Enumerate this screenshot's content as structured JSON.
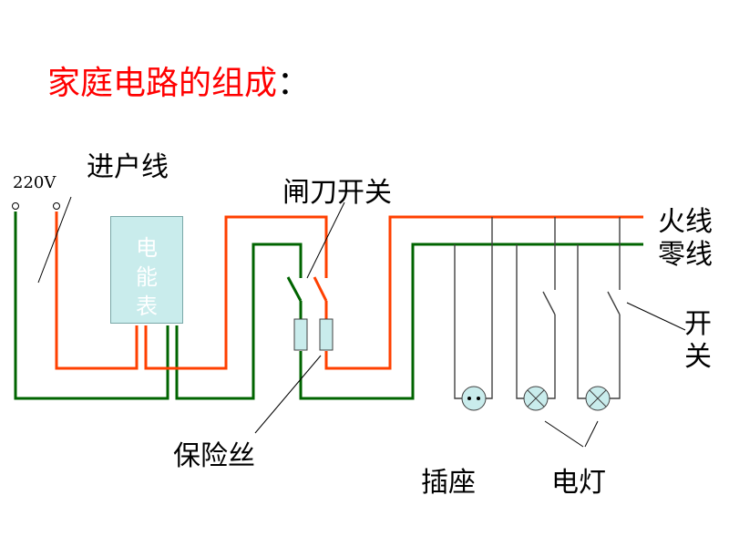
{
  "title": {
    "text": "家庭电路的组成",
    "colon": "："
  },
  "labels": {
    "voltage": "220V",
    "service_entrance": "进户线",
    "knife_switch": "闸刀开关",
    "meter_lines": [
      "电",
      "能",
      "表"
    ],
    "live_wire": "火线",
    "neutral_wire": "零线",
    "switch_lines": [
      "开",
      "关"
    ],
    "fuse": "保险丝",
    "socket": "插座",
    "lamp": "电灯"
  },
  "colors": {
    "live": "#ff4000",
    "neutral": "#006400",
    "branch": "#404040",
    "title": "#ff0000",
    "meter_fill": "#c9ecec",
    "fuse_fill": "#c9ecec",
    "load_fill": "#c9ecec"
  }
}
